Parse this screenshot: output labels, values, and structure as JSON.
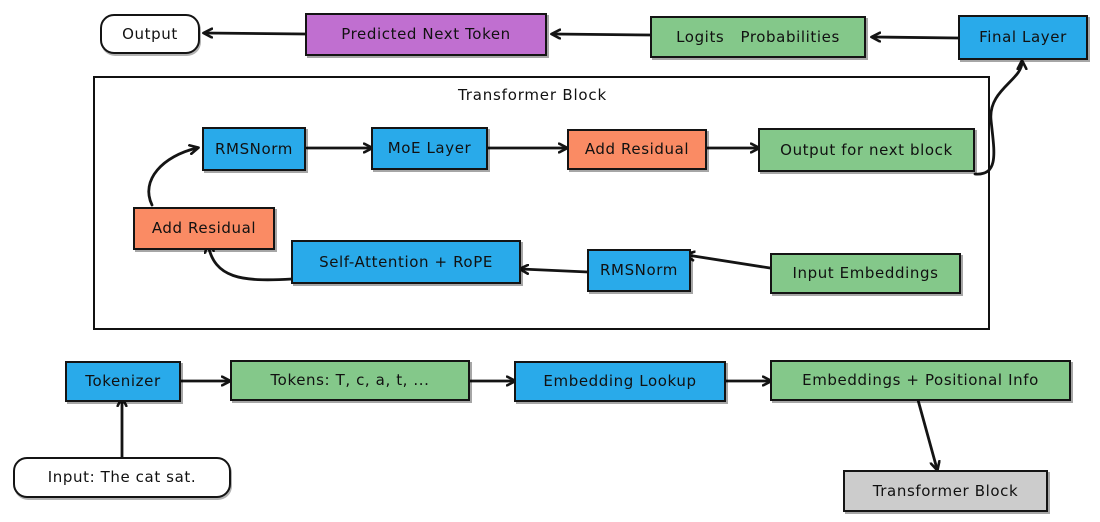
{
  "diagram": {
    "title": "LLM Transformer Inference Pipeline",
    "palette": {
      "blue": "#29aaea",
      "green": "#84c88a",
      "orange": "#fa8b64",
      "purple": "#c06fd0",
      "grey": "#cccccc",
      "white": "#ffffff",
      "stroke": "#141414"
    },
    "container": {
      "label": "Transformer Block"
    },
    "nodes": {
      "output": "Output",
      "predicted_next_token": "Predicted Next Token",
      "logits_probabilities": "Logits   Probabilities",
      "final_layer": "Final Layer",
      "rmsnorm_top": "RMSNorm",
      "moe_layer": "MoE Layer",
      "add_residual_top": "Add Residual",
      "output_for_next_block": "Output for next block",
      "add_residual_bottom": "Add Residual",
      "self_attention_rope": "Self-Attention + RoPE",
      "rmsnorm_bottom": "RMSNorm",
      "input_embeddings": "Input Embeddings",
      "tokenizer": "Tokenizer",
      "tokens": "Tokens: T, c, a, t, ...",
      "embedding_lookup": "Embedding Lookup",
      "embeddings_positional": "Embeddings + Positional Info",
      "input_text": "Input: The cat sat.",
      "transformer_block_ref": "Transformer Block"
    },
    "edges": [
      {
        "from": "predicted_next_token",
        "to": "output"
      },
      {
        "from": "logits_probabilities",
        "to": "predicted_next_token"
      },
      {
        "from": "final_layer",
        "to": "logits_probabilities"
      },
      {
        "from": "output_for_next_block",
        "to": "final_layer"
      },
      {
        "from": "add_residual_bottom",
        "to": "rmsnorm_top"
      },
      {
        "from": "rmsnorm_top",
        "to": "moe_layer"
      },
      {
        "from": "moe_layer",
        "to": "add_residual_top"
      },
      {
        "from": "add_residual_top",
        "to": "output_for_next_block"
      },
      {
        "from": "self_attention_rope",
        "to": "add_residual_bottom"
      },
      {
        "from": "rmsnorm_bottom",
        "to": "self_attention_rope"
      },
      {
        "from": "input_embeddings",
        "to": "rmsnorm_bottom"
      },
      {
        "from": "input_text",
        "to": "tokenizer"
      },
      {
        "from": "tokenizer",
        "to": "tokens"
      },
      {
        "from": "tokens",
        "to": "embedding_lookup"
      },
      {
        "from": "embedding_lookup",
        "to": "embeddings_positional"
      },
      {
        "from": "embeddings_positional",
        "to": "transformer_block_ref"
      }
    ]
  }
}
